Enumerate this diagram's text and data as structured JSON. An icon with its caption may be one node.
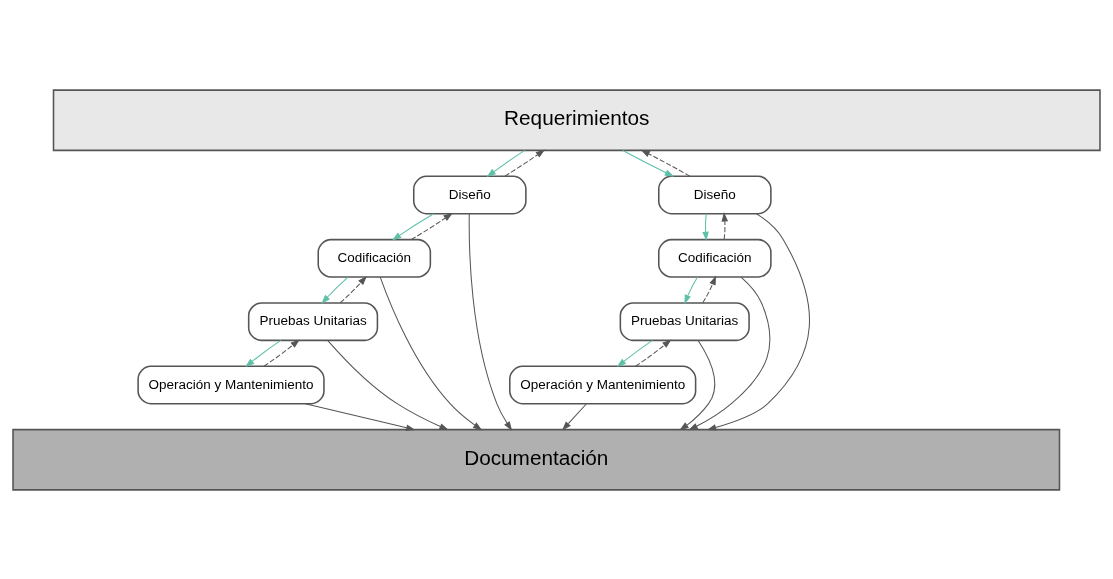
{
  "diagram": {
    "nodes": [
      {
        "text": [
          "Requerimientos"
        ]
      },
      {
        "text": [
          "Diseño"
        ]
      },
      {
        "text": [
          "Codificación"
        ]
      },
      {
        "text": [
          "Pruebas Unitarias"
        ]
      },
      {
        "text": [
          "Operación y Mantenimiento"
        ]
      },
      {
        "text": [
          "Diseño"
        ]
      },
      {
        "text": [
          "Codificación"
        ]
      },
      {
        "text": [
          "Pruebas Unitarias"
        ]
      },
      {
        "text": [
          "Operación y Mantenimiento"
        ]
      },
      {
        "text": [
          "Documentación"
        ]
      }
    ],
    "edges": [
      {
        "from": 0,
        "to": 1,
        "arrow": "to",
        "color": "#5dbfa8"
      },
      {
        "from": 1,
        "to": 2,
        "arrow": "to",
        "color": "#5dbfa8"
      },
      {
        "from": 2,
        "to": 3,
        "arrow": "to",
        "color": "#5dbfa8"
      },
      {
        "from": 3,
        "to": 4,
        "arrow": "to",
        "color": "#5dbfa8"
      },
      {
        "from": 0,
        "to": 5,
        "arrow": "to",
        "color": "#5dbfa8"
      },
      {
        "from": 5,
        "to": 6,
        "arrow": "to",
        "color": "#5dbfa8"
      },
      {
        "from": 6,
        "to": 7,
        "arrow": "to",
        "color": "#5dbfa8"
      },
      {
        "from": 7,
        "to": 8,
        "arrow": "to",
        "color": "#5dbfa8"
      },
      {
        "from": 1,
        "to": 0,
        "arrow": "to",
        "style": "dashed"
      },
      {
        "from": 2,
        "to": 1,
        "arrow": "to",
        "style": "dashed"
      },
      {
        "from": 3,
        "to": 2,
        "arrow": "to",
        "style": "dashed"
      },
      {
        "from": 4,
        "to": 3,
        "arrow": "to",
        "style": "dashed"
      },
      {
        "from": 5,
        "to": 0,
        "arrow": "to",
        "style": "dashed"
      },
      {
        "from": 6,
        "to": 5,
        "arrow": "to",
        "style": "dashed"
      },
      {
        "from": 7,
        "to": 6,
        "arrow": "to",
        "style": "dashed"
      },
      {
        "from": 8,
        "to": 7,
        "arrow": "to",
        "style": "dashed"
      },
      {
        "from": 1,
        "to": 9,
        "arrow": "to"
      },
      {
        "from": 2,
        "to": 9,
        "arrow": "to"
      },
      {
        "from": 3,
        "to": 9,
        "arrow": "to"
      },
      {
        "from": 4,
        "to": 9,
        "arrow": "to"
      },
      {
        "from": 5,
        "to": 9,
        "arrow": "to"
      },
      {
        "from": 6,
        "to": 9,
        "arrow": "to"
      },
      {
        "from": 7,
        "to": 9,
        "arrow": "to"
      },
      {
        "from": 8,
        "to": 9,
        "arrow": "to"
      }
    ]
  }
}
